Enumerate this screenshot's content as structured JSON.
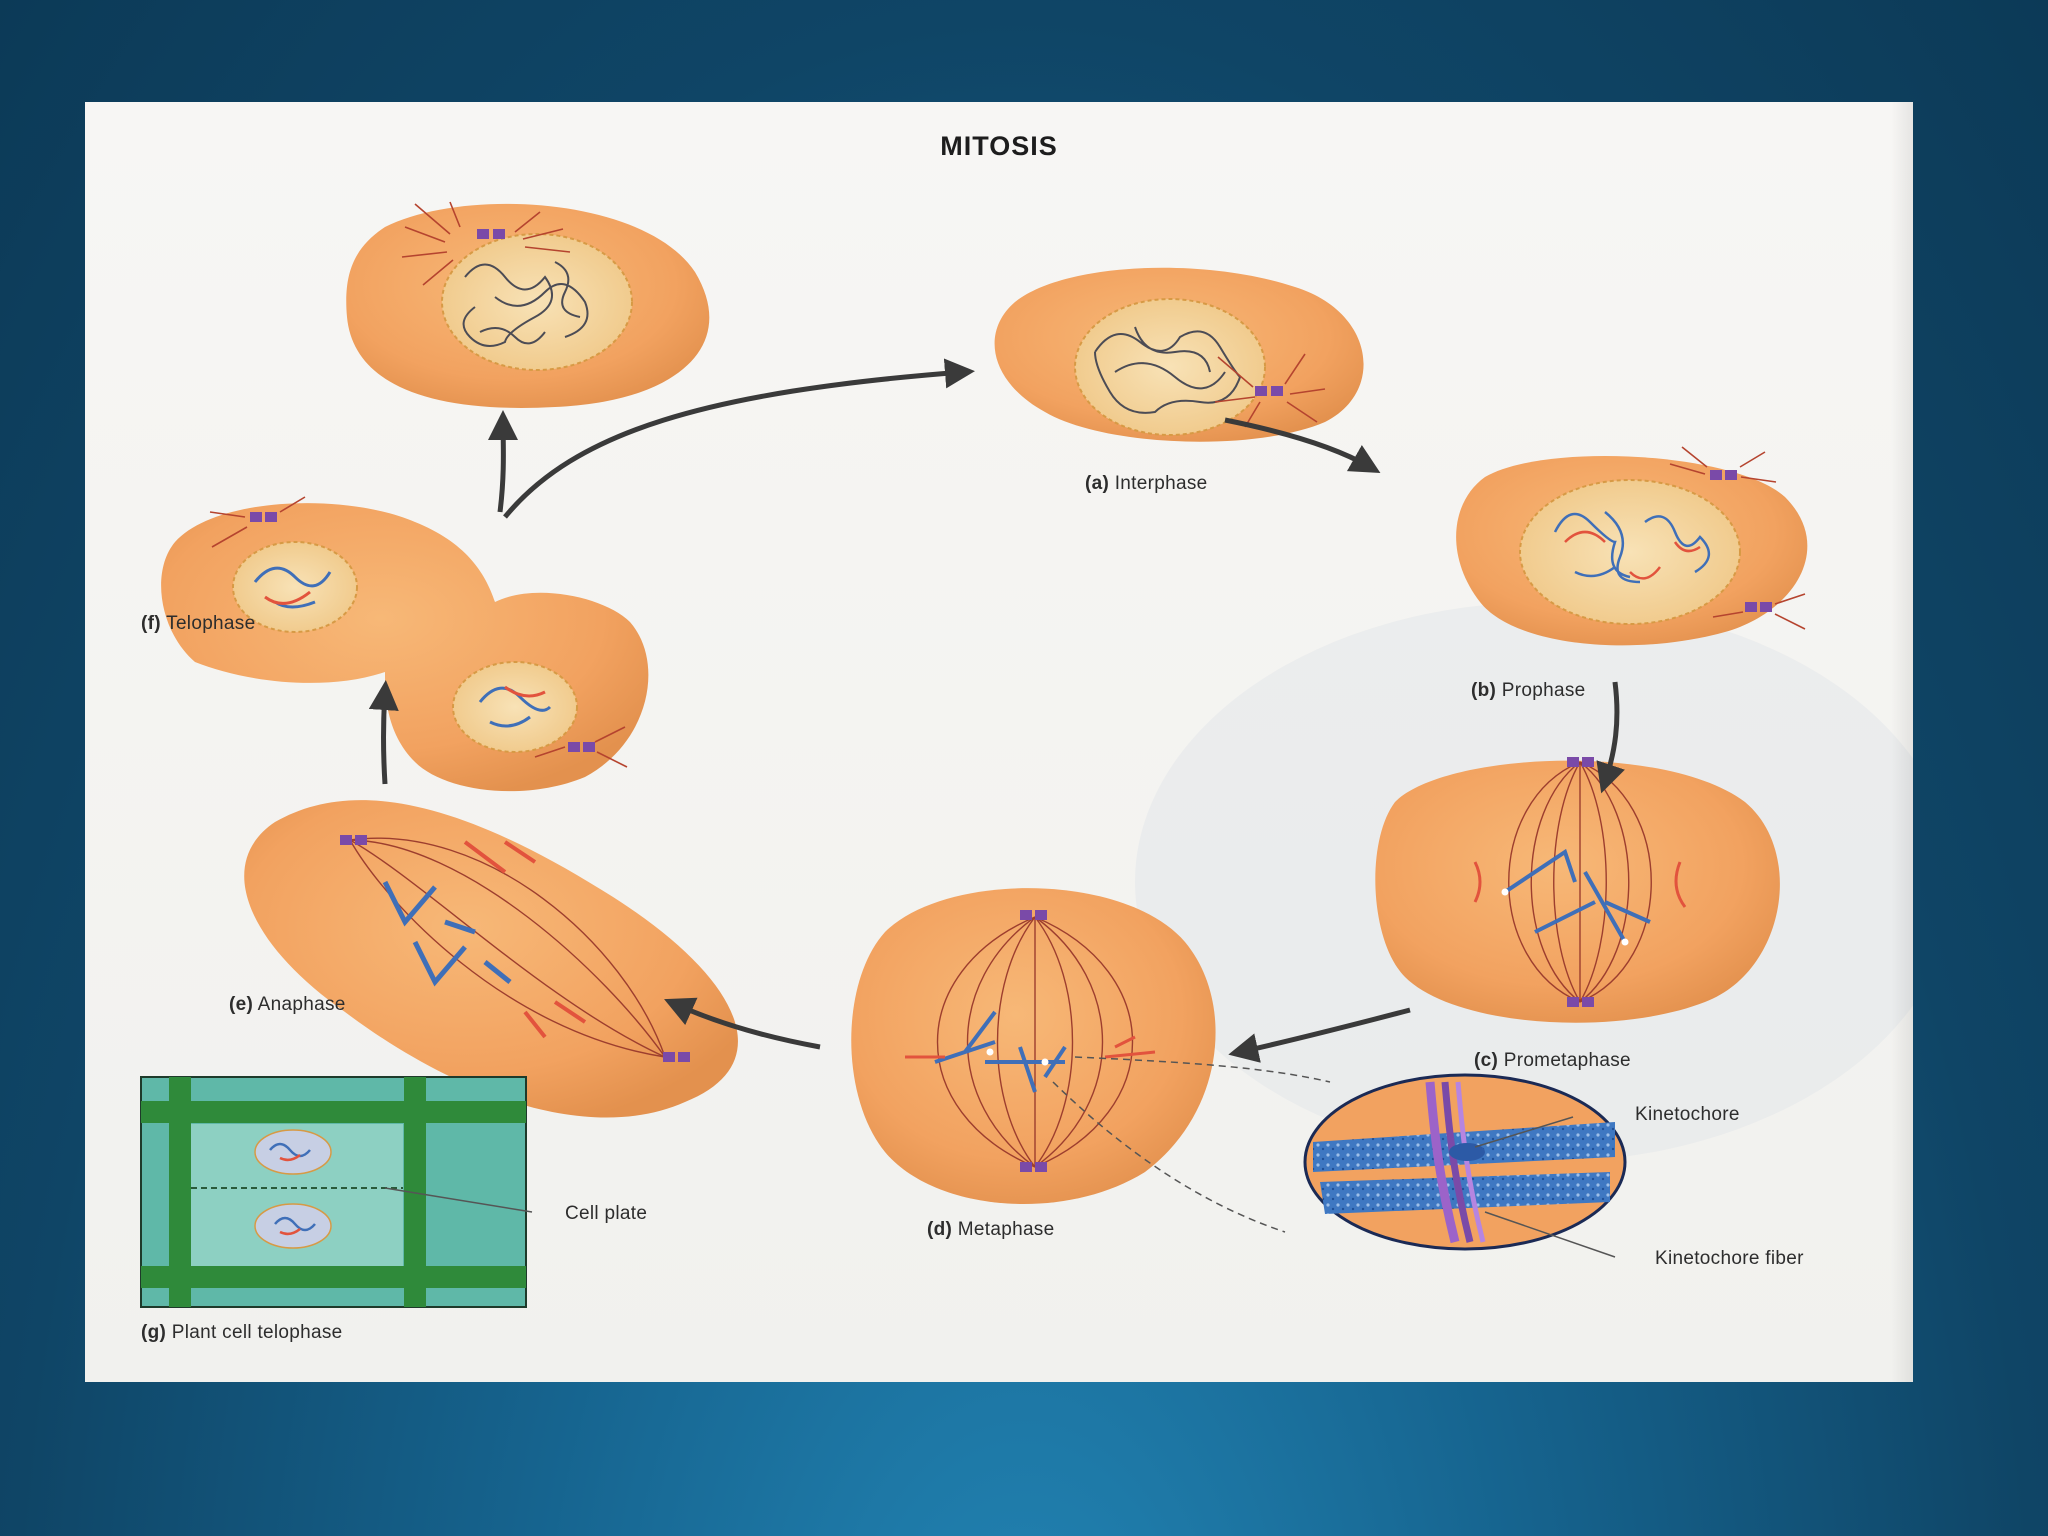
{
  "title": "MITOSIS",
  "stages": {
    "a": {
      "letter": "(a)",
      "name": "Interphase"
    },
    "b": {
      "letter": "(b)",
      "name": "Prophase"
    },
    "c": {
      "letter": "(c)",
      "name": "Prometaphase"
    },
    "d": {
      "letter": "(d)",
      "name": "Metaphase"
    },
    "e": {
      "letter": "(e)",
      "name": "Anaphase"
    },
    "f": {
      "letter": "(f)",
      "name": "Telophase"
    },
    "g": {
      "letter": "(g)",
      "name": "Plant cell telophase"
    }
  },
  "callouts": {
    "kinetochore": "Kinetochore",
    "kinetochore_fiber": "Kinetochore fiber",
    "cell_plate": "Cell plate"
  },
  "colors": {
    "cell": "#f3a766",
    "nucleus": "#f6d8a3",
    "chromosome_blue": "#3f6fb8",
    "chromosome_red": "#e2533d",
    "centrosome": "#7a4aa8",
    "plant_wall": "#2f8a3a",
    "plant_bg": "#5fb8a8"
  }
}
